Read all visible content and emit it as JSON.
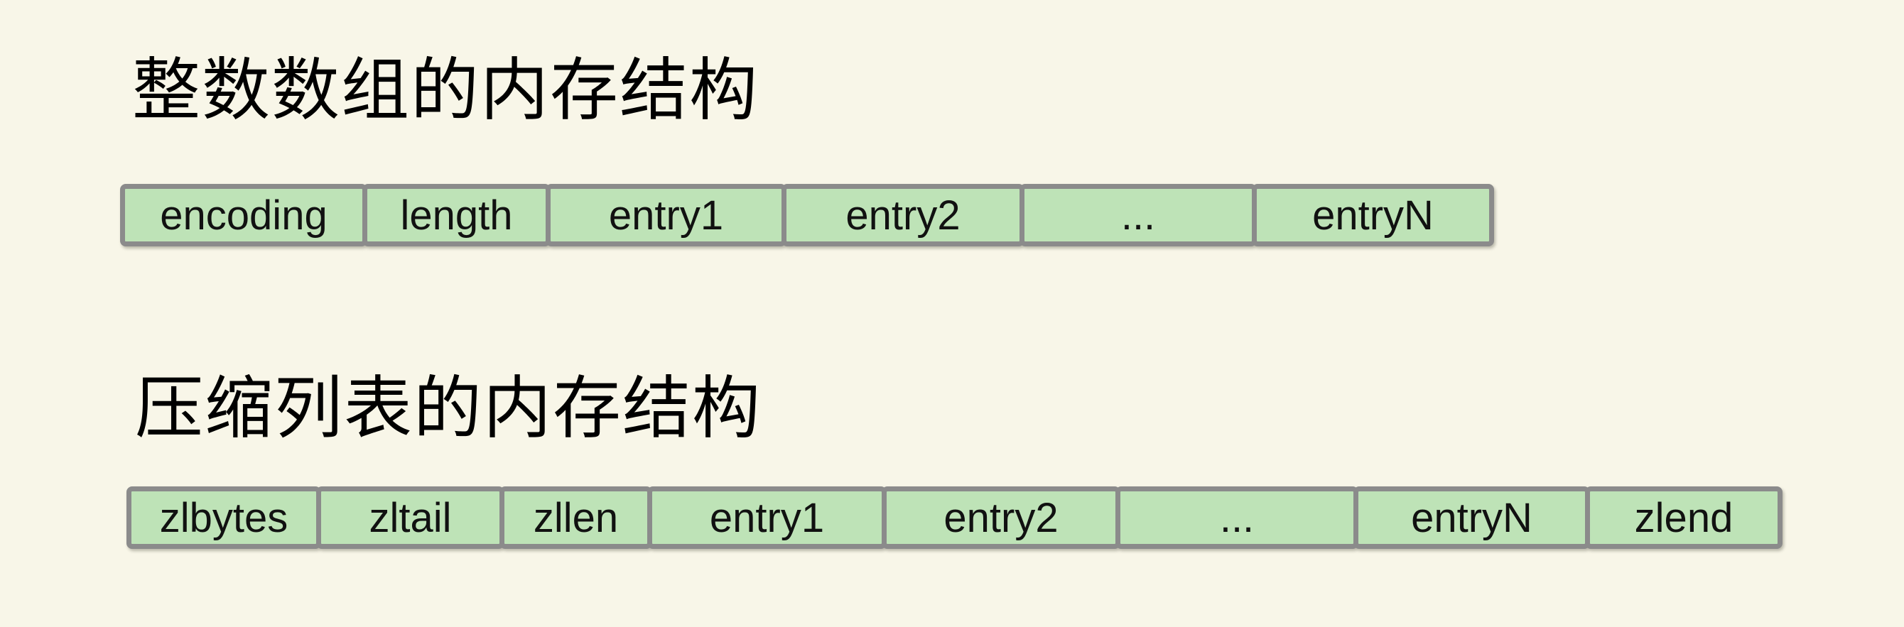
{
  "canvas": {
    "background": "#f8f6e8"
  },
  "colors": {
    "cell_fill": "#bee3b7",
    "cell_border": "#8b8b8b",
    "title_text": "#000000",
    "cell_text": "#111111"
  },
  "sections": [
    {
      "id": "int-array",
      "title": "整数数组的内存结构",
      "cells": [
        "encoding",
        "length",
        "entry1",
        "entry2",
        "...",
        "entryN"
      ]
    },
    {
      "id": "ziplist",
      "title": "压缩列表的内存结构",
      "cells": [
        "zlbytes",
        "zltail",
        "zllen",
        "entry1",
        "entry2",
        "...",
        "entryN",
        "zlend"
      ]
    }
  ]
}
